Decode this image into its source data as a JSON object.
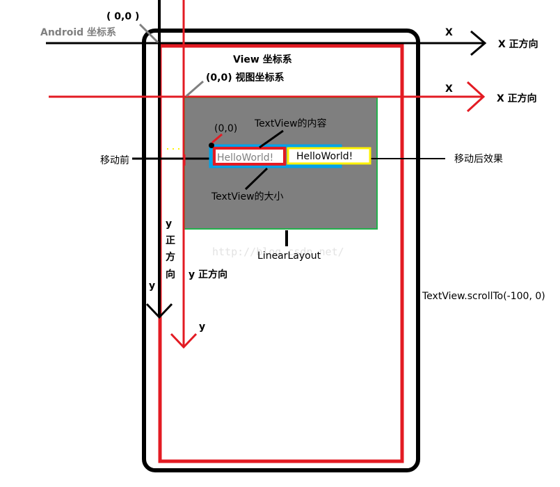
{
  "colors": {
    "black": "#000000",
    "red": "#e31b23",
    "gray_box": "#7f7f7f",
    "green_border": "#22b14c",
    "blue_border": "#00a2e8",
    "yellow_border": "#fff200",
    "watermark": "#e3e3e3",
    "leader_gray": "#808080"
  },
  "labels": {
    "android_origin": "( 0,0 )",
    "android_coord_system": "Android 坐标系",
    "android_x": "X",
    "android_x_positive": "X 正方向",
    "android_y": "y",
    "android_y_positive_chars": [
      "y",
      "正",
      "方",
      "向"
    ],
    "view_coord_system": "View 坐标系",
    "view_origin": "(0,0) 视图坐标系",
    "view_x": "X",
    "view_x_positive": "X 正方向",
    "view_y": "y",
    "view_y_positive": "y 正方向",
    "textview_origin": "(0,0)",
    "textview_content": "TextView的内容",
    "textview_size": "TextView的大小",
    "before_move": "移动前",
    "after_move": "移动后效果",
    "hello_before": "HelloWorld!",
    "hello_after": "HelloWorld!",
    "linear_layout": "LinearLayout",
    "scroll_call": "TextView.scrollTo(-100, 0)",
    "watermark": "http://blog.csdn.net/"
  }
}
